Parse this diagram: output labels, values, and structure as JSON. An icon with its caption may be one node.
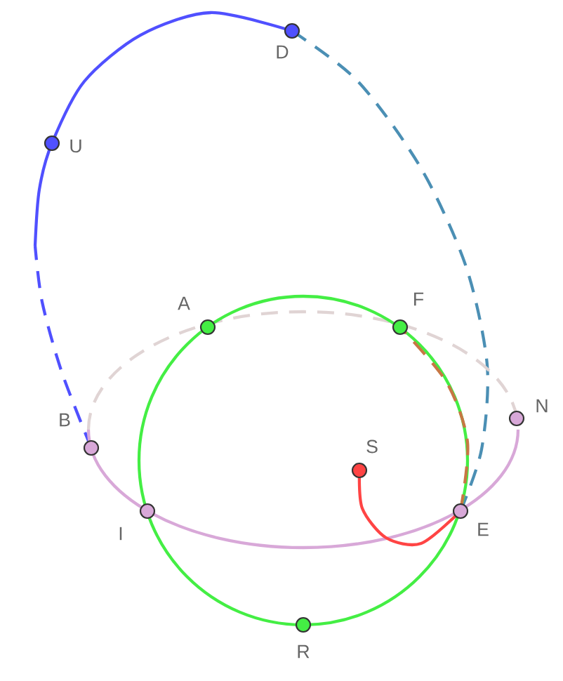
{
  "diagram": {
    "labels": [
      "D",
      "U",
      "A",
      "F",
      "B",
      "N",
      "S",
      "I",
      "E",
      "R"
    ]
  }
}
